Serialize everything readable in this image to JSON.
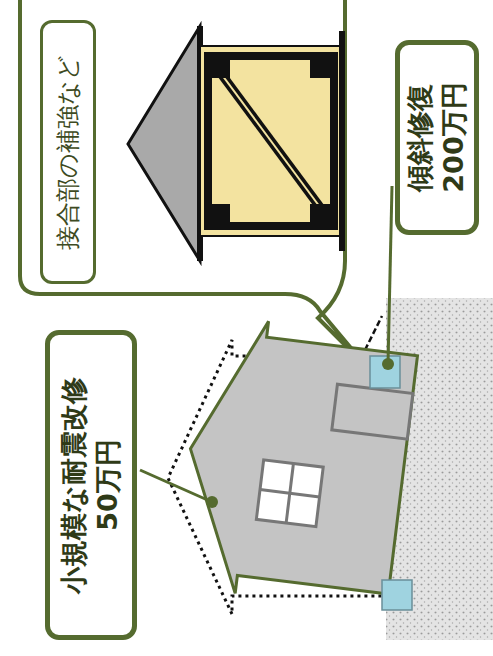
{
  "diagram": {
    "nodes": [
      {
        "text": [
          "小規模な耐震改修 50万円"
        ]
      },
      {
        "text": [
          "接合部の補強など"
        ]
      },
      {
        "text": [
          "傾斜修復 200万円"
        ]
      }
    ]
  }
}
